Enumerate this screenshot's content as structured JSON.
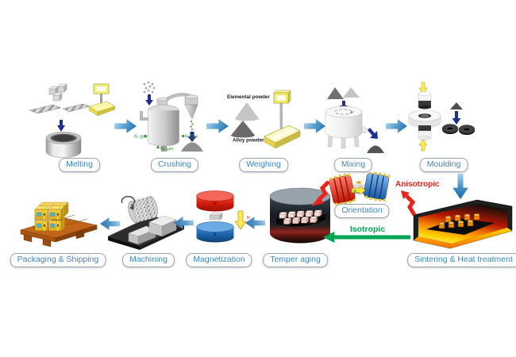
{
  "stages": {
    "melting": {
      "label": "Melting"
    },
    "crushing": {
      "label": "Crushing",
      "gas_label": "N₂ gas"
    },
    "weighing": {
      "label": "Weighing",
      "elemental_powder": "Elemental powder",
      "alloy_powder": "Alloy powder"
    },
    "mixing": {
      "label": "Mixing"
    },
    "moulding": {
      "label": "Moulding"
    },
    "sintering": {
      "label": "Sintering & Heat treatment"
    },
    "orientation": {
      "label": "Orientation",
      "field_label": "H"
    },
    "temper_aging": {
      "label": "Temper aging"
    },
    "magnetization": {
      "label": "Magnetization",
      "north_label": "N",
      "south_label": "S",
      "field_label": "H"
    },
    "machining": {
      "label": "Machining"
    },
    "packaging": {
      "label": "Packaging & Shipping"
    }
  },
  "paths": {
    "anisotropic_label": "Anisotropic",
    "isotropic_label": "Isotropic"
  },
  "colors": {
    "label_text": "#3a87c4",
    "flow_arrow_light": "#b9ddf1",
    "flow_arrow_dark": "#1767a8",
    "anisotropic_red": "#e8251d",
    "isotropic_green": "#00a651",
    "n2_gas_green": "#2e8b2e"
  }
}
